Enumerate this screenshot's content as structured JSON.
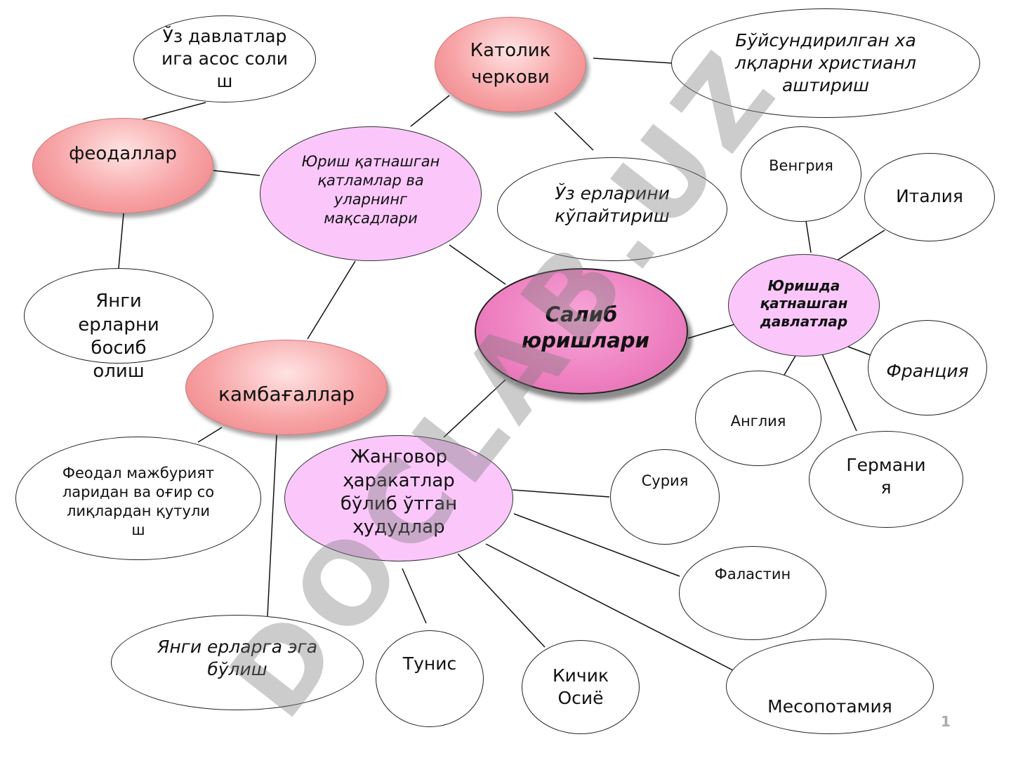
{
  "center": "Салиб юришлари",
  "participants": "Юриш қатнашган қатламлар  ва уларнинг мақсадлари",
  "states": "Юришда қатнашган давлатлар",
  "territories": "Жанговор ҳаракатлар бўлиб ўтган ҳудудлар",
  "church": "Католик черкови",
  "feudals": "феодаллар",
  "poor": "камбағаллар",
  "goals": {
    "own_states": "Ўз давлатларига асос солиш",
    "new_lands": "Янги ерларни босиб олиш",
    "christianize": "Бўйсундирилган халқларни христианлаштириш",
    "expand_lands": "Ўз ерларини кўпайтириш",
    "freedom": "Феодал мажбуриятларидан ва оғир солиқлардан қутулиш",
    "own_land": "Янги ерларга эга бўлиш"
  },
  "countries": {
    "hungary": "Венгрия",
    "italy": "Италия",
    "france": "Франция",
    "england": "Англия",
    "germany": "Германия"
  },
  "places": {
    "syria": "Сурия",
    "palestine": "Фаластин",
    "mesopotamia": "Месопотамия",
    "asia_minor": "Кичик Осиё",
    "tunis": "Тунис"
  },
  "watermark": "DOCLAB.UZ",
  "page_number": "1"
}
